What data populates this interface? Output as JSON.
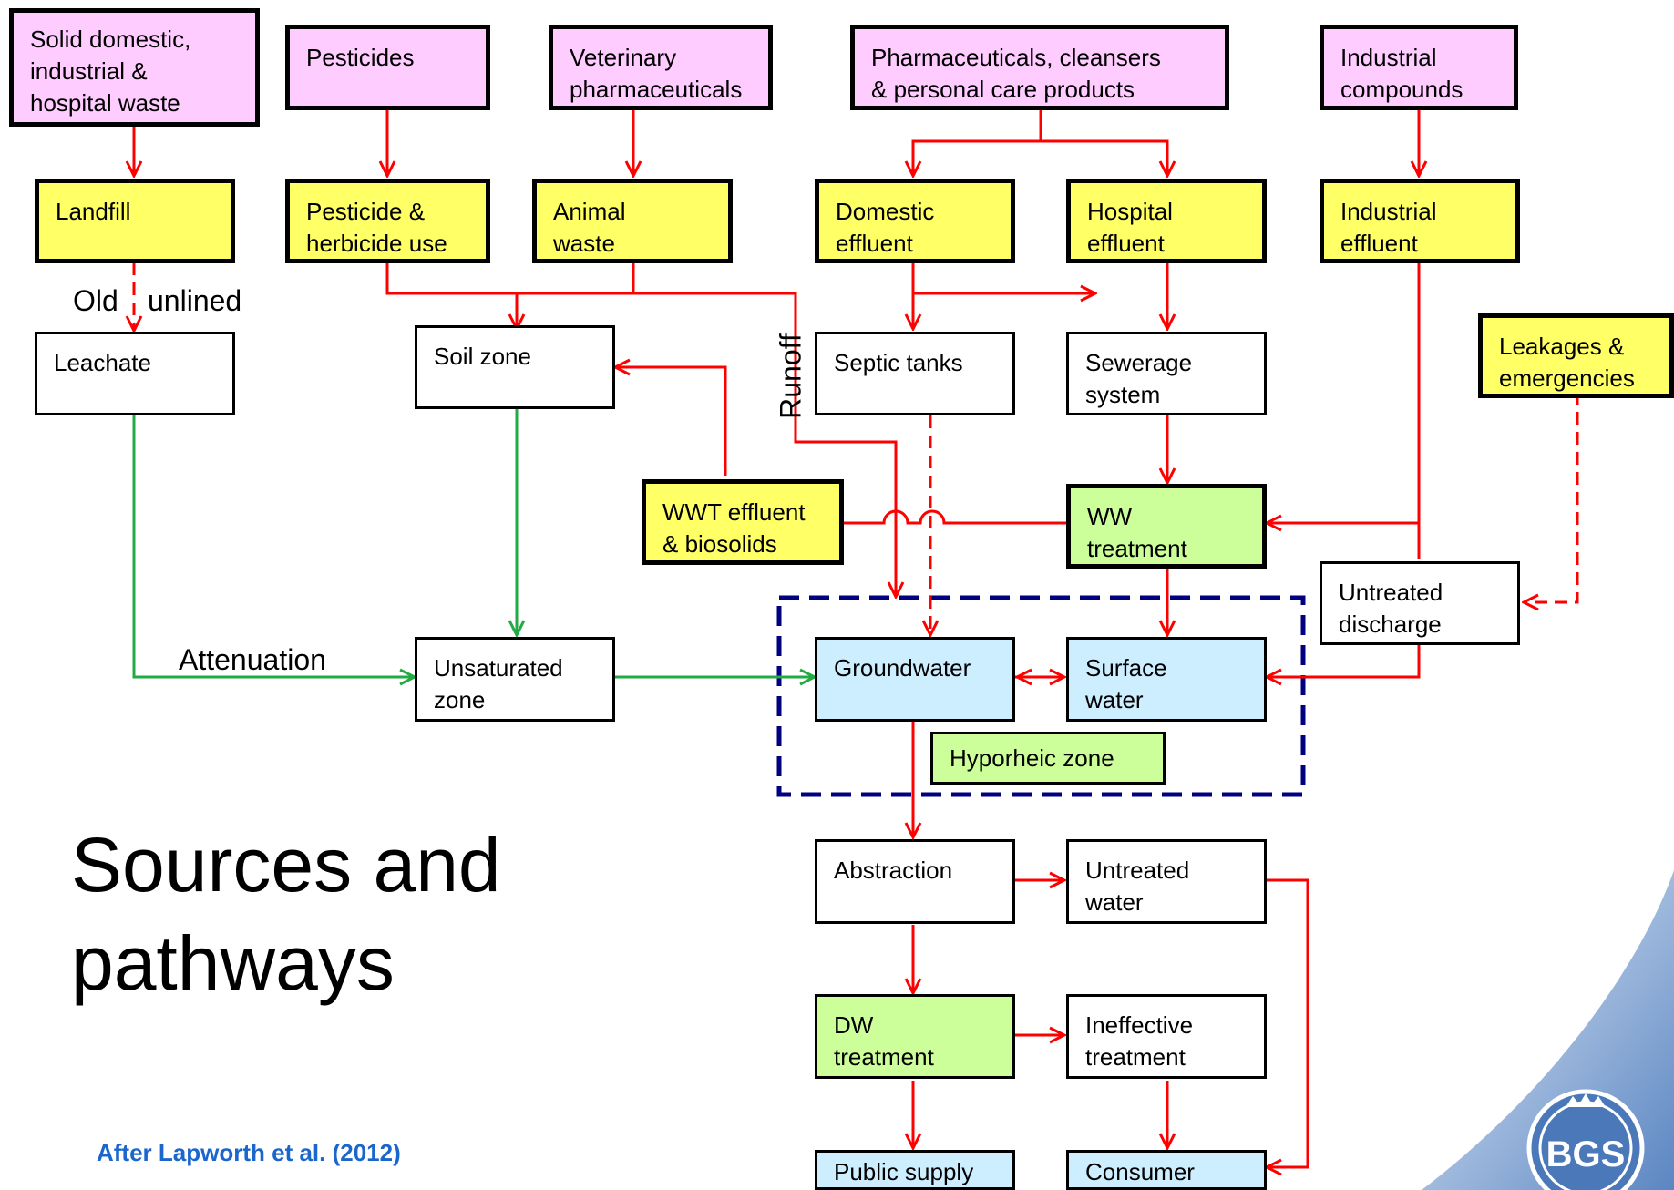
{
  "boxes": {
    "solid_waste": "Solid domestic,\nindustrial &\nhospital waste",
    "pesticides": "Pesticides",
    "vet_pharma": "Veterinary\npharmaceuticals",
    "pharma_care": "Pharmaceuticals, cleansers\n& personal care products",
    "industrial_compounds": "Industrial\ncompounds",
    "landfill": "Landfill",
    "pesticide_use": "Pesticide &\nherbicide use",
    "animal_waste": "Animal\nwaste",
    "domestic_effluent": "Domestic\neffluent",
    "hospital_effluent": "Hospital\neffluent",
    "industrial_effluent": "Industrial\neffluent",
    "leachate": "Leachate",
    "soil_zone": "Soil zone",
    "septic_tanks": "Septic tanks",
    "sewerage_system": "Sewerage\nsystem",
    "leakages": "Leakages &\nemergencies",
    "wwt_effluent": "WWT effluent\n& biosolids",
    "ww_treatment": "WW\ntreatment",
    "untreated_discharge": "Untreated\ndischarge",
    "unsaturated_zone": "Unsaturated\nzone",
    "groundwater": "Groundwater",
    "surface_water": "Surface\nwater",
    "hyporheic_zone": "Hyporheic zone",
    "abstraction": "Abstraction",
    "untreated_water": "Untreated\nwater",
    "dw_treatment": "DW\ntreatment",
    "ineffective_treatment": "Ineffective\ntreatment",
    "public_supply": "Public supply",
    "consumer": "Consumer"
  },
  "labels": {
    "old": "Old",
    "unlined": "unlined",
    "runoff": "Runoff",
    "attenuation": "Attenuation"
  },
  "title": "Sources and\npathways",
  "citation": "After Lapworth et al. (2012)",
  "logo_text": "BGS",
  "colors": {
    "source": "#ffccff",
    "activity": "#ffff66",
    "treatment": "#ccff99",
    "water": "#cceeff",
    "pathway_red": "#ff0000",
    "attenuation_green": "#22aa44",
    "boundary_navy": "#000080",
    "citation": "#1a66cc"
  }
}
